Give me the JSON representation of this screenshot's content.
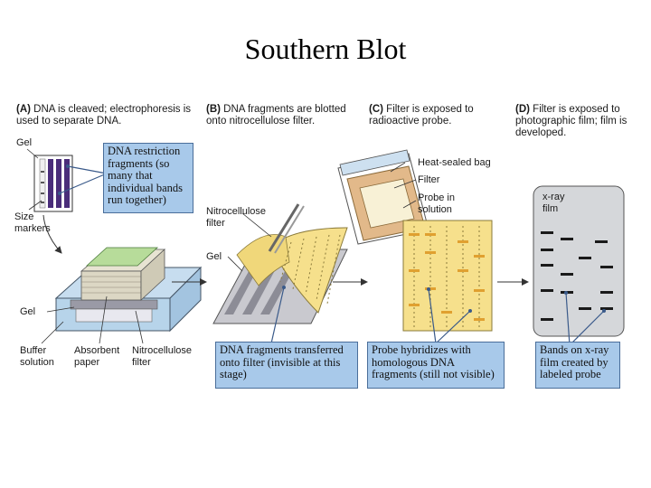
{
  "title": "Southern Blot",
  "steps": {
    "a": {
      "letter": "(A)",
      "text": "DNA is cleaved; electrophoresis is used to separate DNA."
    },
    "b": {
      "letter": "(B)",
      "text": "DNA fragments are blotted onto nitrocellulose filter."
    },
    "c": {
      "letter": "(C)",
      "text": "Filter is exposed to radioactive probe."
    },
    "d": {
      "letter": "(D)",
      "text": "Filter is exposed to photographic film; film is developed."
    }
  },
  "labels": {
    "gel_top": "Gel",
    "size_markers": "Size markers",
    "gel_tray": "Gel",
    "buffer": "Buffer solution",
    "absorbent": "Absorbent paper",
    "nitro_bottom": "Nitrocellulose filter",
    "nitro_b": "Nitrocellulose filter",
    "gel_b": "Gel",
    "bag": "Heat-sealed bag",
    "filter": "Filter",
    "probe": "Probe in solution",
    "xray": "x-ray film"
  },
  "notes": {
    "restriction": "DNA restriction fragments (so many that individual bands run together)",
    "transferred": "DNA fragments transferred onto filter (invisible at this stage)",
    "hybridizes": "Probe hybridizes with homologous DNA fragments (still not visible)",
    "bands": "Bands on x-ray film created by labeled probe"
  },
  "colors": {
    "note_fill": "#a8c9ea",
    "gel_purple": "#4a2d7a",
    "filter_yellow": "#f6e08c",
    "film_gray": "#d5d7da",
    "bag_tan": "#e2b98a",
    "tray_blue": "#b7d4ea"
  }
}
